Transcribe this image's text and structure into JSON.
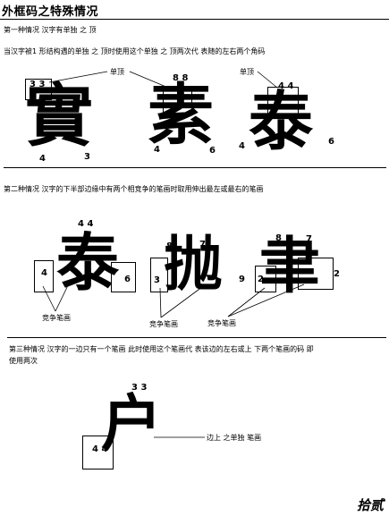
{
  "page": {
    "title": "外框码之特殊情况"
  },
  "section1": {
    "heading": "第一种情况    汉字有单独 之 顶",
    "description": "当汉字被1 形结构遇的单独 之 顶时使用这个单独 之 顶两次代 表随的左右两个角码",
    "callout_left": "单顶",
    "callout_right": "单顶",
    "examples": [
      {
        "char": "實",
        "top": "3 3",
        "bl": "4",
        "br": "3"
      },
      {
        "char": "素",
        "top": "8 8",
        "bl": "4",
        "br": "6"
      },
      {
        "char": "泰",
        "top": "4 4",
        "bl": "4",
        "br": "6"
      }
    ]
  },
  "section2": {
    "heading": "第二种情况    汉字的下半部边缘中有两个相竞争的笔画时取用伸出最左或最右的笔画",
    "callout_left": "竞争笔画",
    "callout_mid": "竞争笔画",
    "callout_right": "竞争笔画",
    "examples": [
      {
        "char": "泰",
        "top": "4 4",
        "left": "4",
        "right": "6"
      },
      {
        "char": "抛",
        "top": "8",
        "top2": "7",
        "left": "3",
        "right": "9"
      },
      {
        "char": "聿",
        "top": "8",
        "top2": "7",
        "left": "2",
        "right": "2"
      }
    ]
  },
  "section3": {
    "heading": "第三种情况    汉字的一边只有一个笔画 此时使用这个笔画代 表该边的左右或上 下两个笔画的码 即",
    "heading2": "使用两次",
    "callout": "边上 之单独 笔画",
    "example": {
      "char": "户",
      "top": "3 3",
      "left": "4 4"
    }
  },
  "footer": {
    "page_mark": "拾贰"
  }
}
